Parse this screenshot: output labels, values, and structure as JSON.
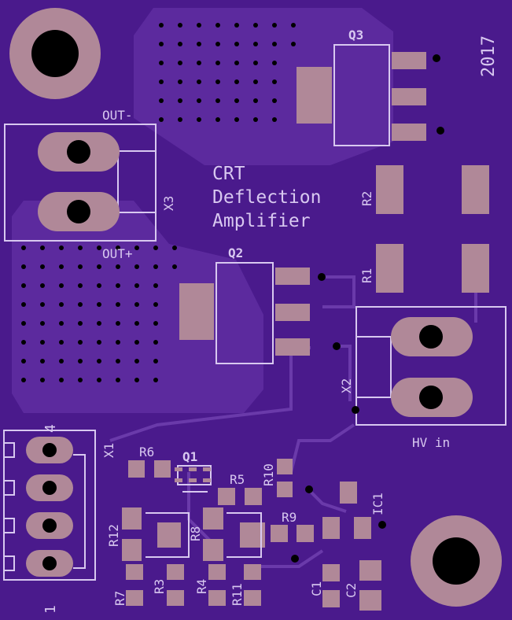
{
  "board": {
    "year": "2017",
    "title_line1": "CRT",
    "title_line2": "Deflection",
    "title_line3": "Amplifier",
    "colors": {
      "substrate": "#4a1a8c",
      "pour": "#5c2a9e",
      "pad": "#b08898",
      "silk": "#d8c8f0",
      "hole": "#000000",
      "trace": "#6a3aaa"
    }
  },
  "labels": {
    "q3": "Q3",
    "q2": "Q2",
    "q1": "Q1",
    "x1": "X1",
    "x2": "X2",
    "x3": "X3",
    "out_minus": "OUT-",
    "out_plus": "OUT+",
    "hv_in": "HV in",
    "r1": "R1",
    "r2": "R2",
    "r3": "R3",
    "r4": "R4",
    "r5": "R5",
    "r6": "R6",
    "r7": "R7",
    "r8": "R8",
    "r9": "R9",
    "r10": "R10",
    "r11": "R11",
    "r12": "R12",
    "ic1": "IC1",
    "c1": "C1",
    "c2": "C2",
    "pin4": "4",
    "pin1": "1"
  }
}
